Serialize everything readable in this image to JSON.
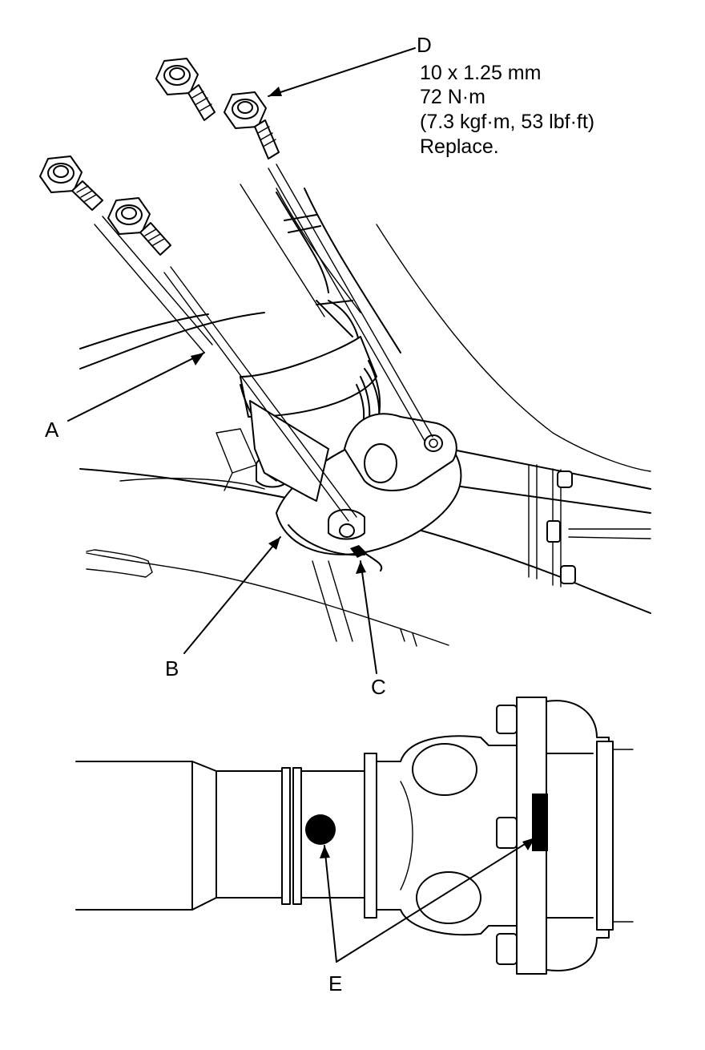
{
  "callouts": {
    "a": "A",
    "b": "B",
    "c": "C",
    "d": "D",
    "e": "E"
  },
  "bolt_spec": {
    "size": "10 x 1.25 mm",
    "torque_nm": "72 N·m",
    "torque_alt": "(7.3 kgf·m, 53 lbf·ft)",
    "note": "Replace."
  }
}
